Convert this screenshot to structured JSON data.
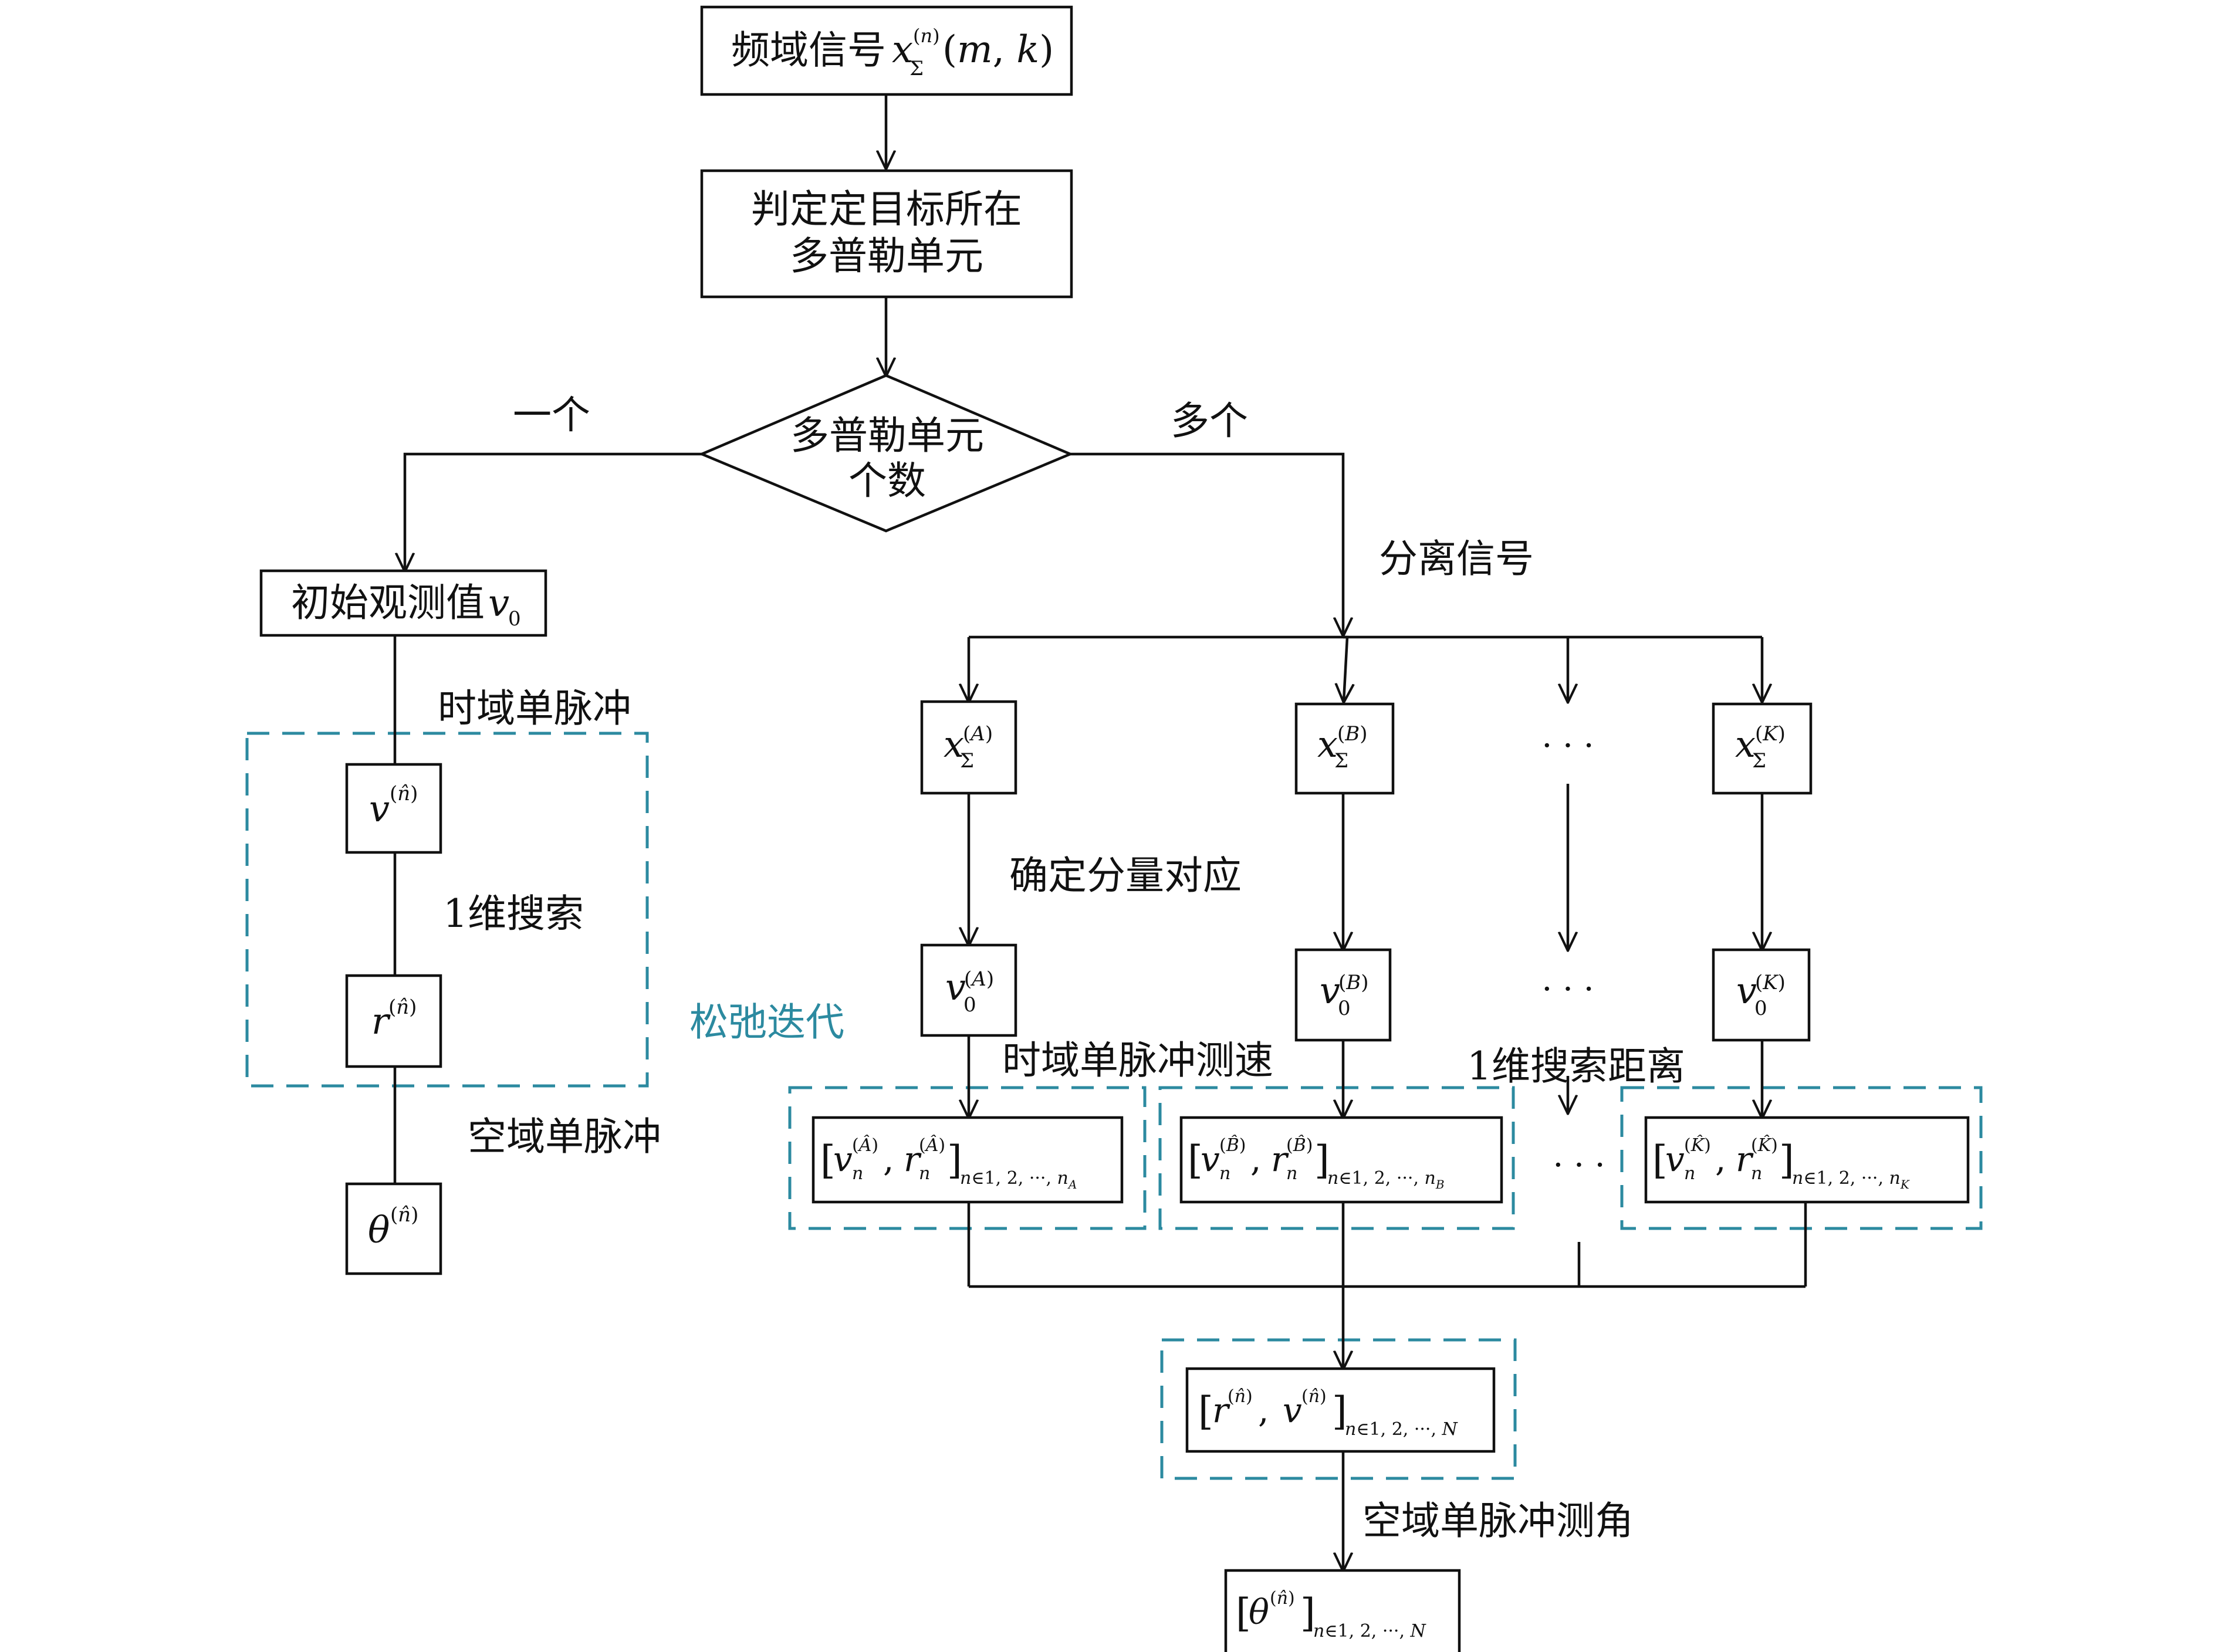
{
  "nodes": {
    "freq_signal": "频域信号",
    "judge": [
      "判定定目标所在",
      "多普勒单元"
    ],
    "doppler_count": [
      "多普勒单元",
      "个数"
    ],
    "initial_obs": "初始观测值"
  },
  "edge_labels": {
    "one": "一个",
    "many": "多个",
    "separate": "分离信号",
    "time_mono_left": "时域单脉冲",
    "search_1d_left": "1维搜索",
    "space_mono_left": "空域单脉冲",
    "relax_iter": "松弛迭代",
    "determine_v0": "确定分量对应",
    "time_mono_speed": "时域单脉冲测速",
    "search_1d_range": "1维搜索距离",
    "space_mono_angle": "空域单脉冲测角"
  },
  "ellipsis": "· · ·",
  "branches": [
    "A",
    "B",
    "K"
  ],
  "colors": {
    "line": "#111111",
    "dashed_box": "#2c8aa0",
    "relax_text": "#2c8aa0"
  }
}
